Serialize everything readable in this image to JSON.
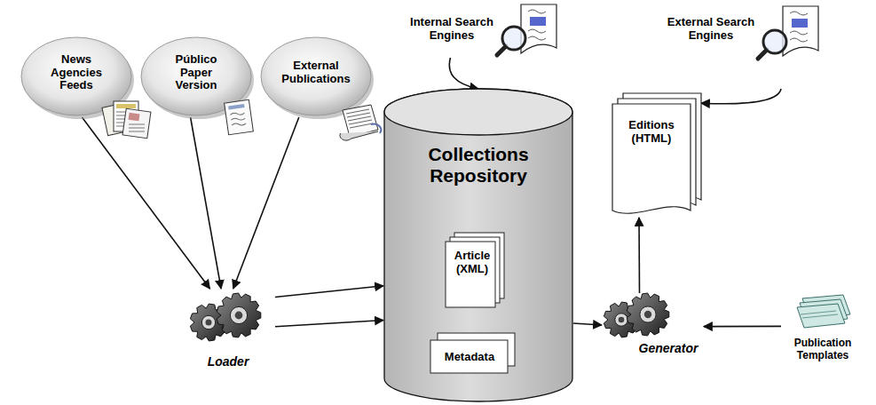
{
  "diagram": {
    "nodes": [
      {
        "text": [
          "News Agencies Feeds"
        ]
      },
      {
        "text": [
          "Público Paper Version"
        ]
      },
      {
        "text": [
          "External Publications"
        ]
      },
      {
        "text": [
          "Loader"
        ]
      },
      {
        "text": [
          "Collections Repository"
        ]
      },
      {
        "text": [
          "Article (XML)"
        ],
        "in": 4
      },
      {
        "text": [
          "Metadata"
        ],
        "in": 4
      },
      {
        "text": [
          "Internal Search Engines"
        ]
      },
      {
        "text": [
          "Generator"
        ]
      },
      {
        "text": [
          "Editions (HTML)"
        ]
      },
      {
        "text": [
          "External Search Engines"
        ]
      },
      {
        "text": [
          "Publication Templates"
        ]
      }
    ],
    "edges": [
      {
        "from": 0,
        "to": 3,
        "arrow": "to"
      },
      {
        "from": 1,
        "to": 3,
        "arrow": "to"
      },
      {
        "from": 2,
        "to": 3,
        "arrow": "to"
      },
      {
        "from": 3,
        "to": 4,
        "arrow": "to"
      },
      {
        "from": 3,
        "to": 4,
        "arrow": "to"
      },
      {
        "from": 7,
        "to": 4,
        "arrow": "to"
      },
      {
        "from": 4,
        "to": 8,
        "arrow": "to"
      },
      {
        "from": 11,
        "to": 8,
        "arrow": "to"
      },
      {
        "from": 8,
        "to": 9,
        "arrow": "to"
      },
      {
        "from": 10,
        "to": 9,
        "arrow": "to"
      }
    ]
  }
}
